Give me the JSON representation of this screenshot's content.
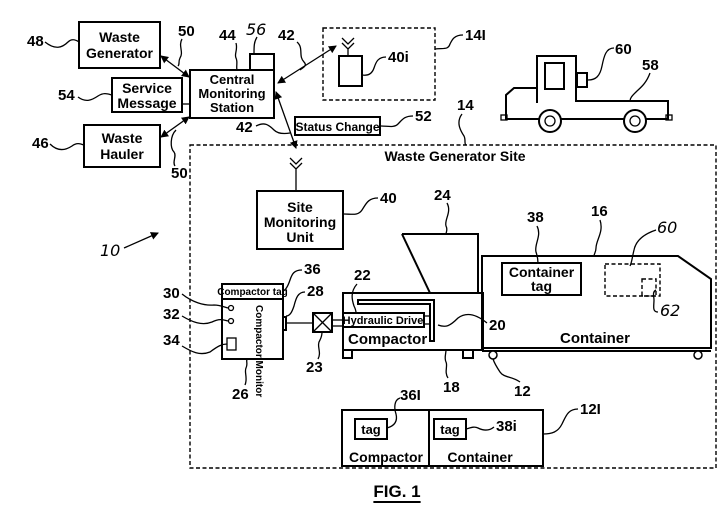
{
  "figure": {
    "caption": "FIG. 1",
    "system_ref": "10"
  },
  "blocks": {
    "waste_generator": {
      "lines": [
        "Waste",
        "Generator"
      ],
      "ref": "48"
    },
    "service_message": {
      "lines": [
        "Service",
        "Message"
      ],
      "ref": "54"
    },
    "waste_hauler": {
      "lines": [
        "Waste",
        "Hauler"
      ],
      "ref": "46"
    },
    "central_monitoring_station": {
      "lines": [
        "Central",
        "Monitoring",
        "Station"
      ],
      "ref": "44",
      "module_ref": "56"
    },
    "status_change": {
      "label": "Status Change",
      "ref": "52"
    },
    "remote_site": {
      "ref": "14I",
      "unit_ref": "40i"
    },
    "truck": {
      "ref": "58",
      "device_ref": "60"
    },
    "site": {
      "label": "Waste Generator Site",
      "ref": "14"
    },
    "site_monitoring_unit": {
      "lines": [
        "Site",
        "Monitoring",
        "Unit"
      ],
      "ref": "40"
    },
    "compactor_monitor": {
      "label": "Compactor Monitor",
      "tag_label": "Compactor tag",
      "ref": "26",
      "tag_ref": "36",
      "light1_ref": "30",
      "light2_ref": "32",
      "display_ref": "34",
      "connector_ref": "28"
    },
    "coupling": {
      "ref": "23"
    },
    "compactor": {
      "label": "Compactor",
      "drive_label": "Hydraulic Drive",
      "ref": "18",
      "drive_ref": "22",
      "ram_ref": "20",
      "hopper_ref": "24"
    },
    "container": {
      "label": "Container",
      "tag_lines": [
        "Container",
        "tag"
      ],
      "ref": "16",
      "tag_ref": "38",
      "wheel_ref": "12",
      "sensor_ref": "60",
      "sensor2_ref": "62"
    },
    "tag_inventory": {
      "ref": "12I",
      "cells": [
        {
          "tag": "tag",
          "label": "Compactor",
          "ref": "36I"
        },
        {
          "tag": "tag",
          "label": "Container",
          "ref": "38i"
        }
      ]
    }
  },
  "links": {
    "ref_42": "42",
    "ref_50": "50"
  }
}
